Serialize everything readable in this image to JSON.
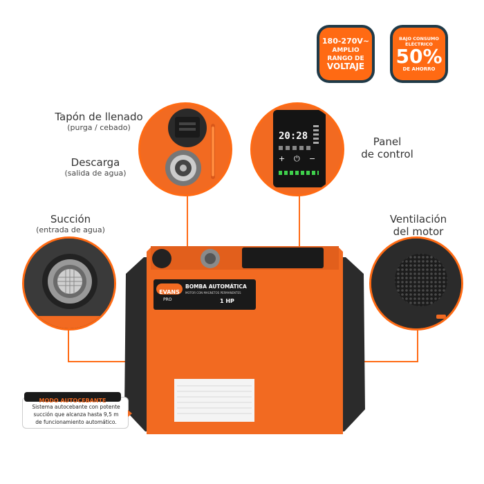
{
  "badges": {
    "voltage": {
      "range": "180-270V~",
      "line1": "AMPLIO",
      "line2": "RANGO DE",
      "line3": "VOLTAJE"
    },
    "savings": {
      "line1": "BAJO CONSUMO",
      "line2": "ELÉCTRICO",
      "percent": "50%",
      "line3": "DE AHORRO"
    }
  },
  "callouts": {
    "fill_cap": {
      "title": "Tapón de llenado",
      "subtitle": "(purga / cebado)"
    },
    "discharge": {
      "title": "Descarga",
      "subtitle": "(salida de agua)"
    },
    "control_panel": {
      "title_line1": "Panel",
      "title_line2": "de control"
    },
    "suction": {
      "title": "Succión",
      "subtitle": "(entrada de agua)"
    },
    "ventilation": {
      "title_line1": "Ventilación",
      "title_line2": "del motor"
    }
  },
  "control_display": {
    "time": "20:28",
    "plus": "+",
    "minus": "−"
  },
  "product_label": {
    "brand": "EVANS",
    "brand_sub": "PRO",
    "name": "BOMBA AUTOMÁTICA",
    "subtitle": "MOTOR CON MAGNETOS PERMANENTES",
    "power": "1 HP"
  },
  "self_priming": {
    "title": "MODO AUTOCEBANTE",
    "text_line1": "Sistema autocebante con potente",
    "text_line2": "succión que alcanza hasta 9,5 m",
    "text_line3": "de funcionamiento automático."
  },
  "colors": {
    "accent": "#f26a21",
    "badge_border": "#1f3a48",
    "body_dark": "#2b2b2b"
  }
}
